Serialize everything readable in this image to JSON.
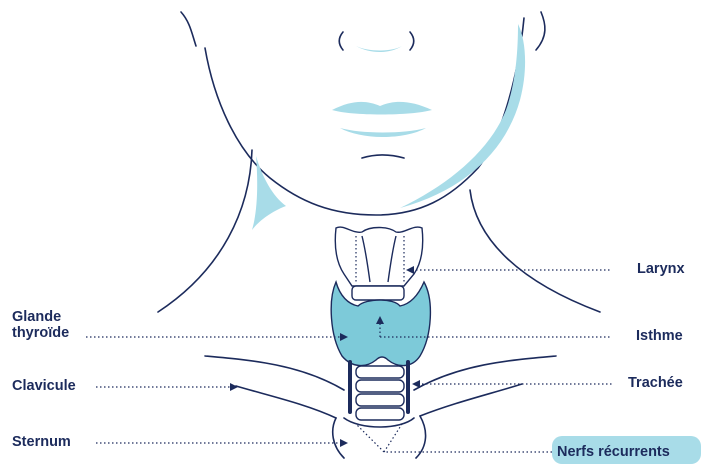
{
  "labels": {
    "glande_line1": "Glande",
    "glande_line2": "thyroïde",
    "clavicule": "Clavicule",
    "sternum": "Sternum",
    "larynx": "Larynx",
    "isthme": "Isthme",
    "trachee": "Trachée",
    "nerfs_recurrents": "Nerfs récurrents"
  },
  "colors": {
    "outline": "#1c2b5c",
    "light_blue": "#a8dce8",
    "thyroid": "#7dcad9",
    "badge": "#a8dce8"
  }
}
